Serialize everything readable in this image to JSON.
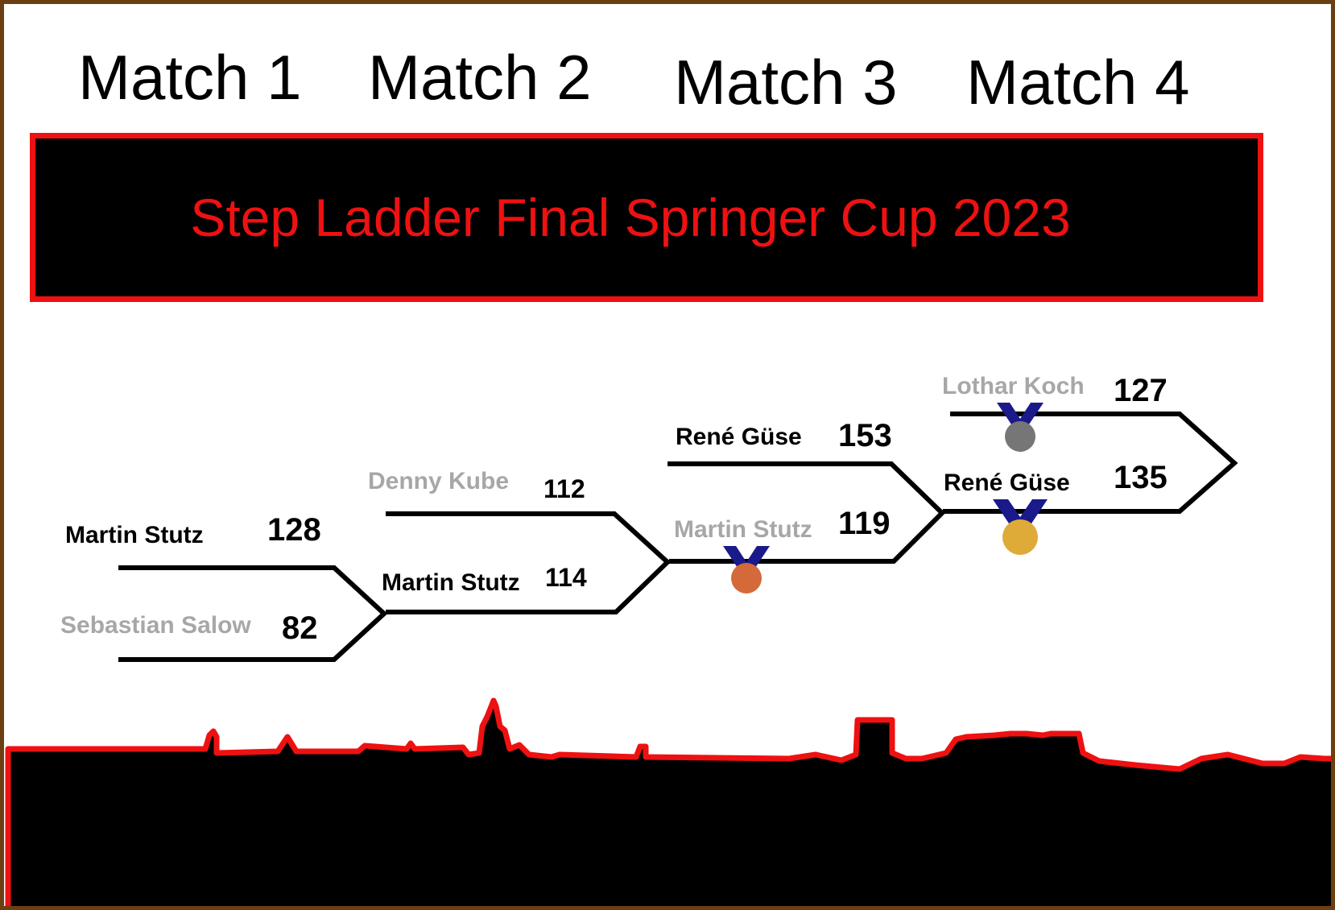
{
  "matches": [
    "Match 1",
    "Match 2",
    "Match 3",
    "Match 4"
  ],
  "title": "Step Ladder Final Springer Cup 2023",
  "bracket": {
    "match1": {
      "top": {
        "name": "Martin Stutz",
        "score": "128",
        "status": "winner"
      },
      "bottom": {
        "name": "Sebastian Salow",
        "score": "82",
        "status": "loser"
      }
    },
    "match2": {
      "top": {
        "name": "Denny Kube",
        "score": "112",
        "status": "loser"
      },
      "bottom": {
        "name": "Martin Stutz",
        "score": "114",
        "status": "winner"
      }
    },
    "match3": {
      "top": {
        "name": "René Güse",
        "score": "153",
        "status": "winner"
      },
      "bottom": {
        "name": "Martin Stutz",
        "score": "119",
        "status": "loser"
      }
    },
    "match4": {
      "top": {
        "name": "Lothar Koch",
        "score": "127",
        "status": "loser"
      },
      "bottom": {
        "name": "René Güse",
        "score": "135",
        "status": "winner"
      }
    }
  },
  "medals": [
    {
      "place": "bronze",
      "player": "Martin Stutz",
      "color": "#d4693a",
      "ribbon": "#1a1a8a"
    },
    {
      "place": "silver",
      "player": "Lothar Koch",
      "color": "#767676",
      "ribbon": "#1a1a8a"
    },
    {
      "place": "gold",
      "player": "René Güse",
      "color": "#deaa38",
      "ribbon": "#1a1a8a"
    }
  ],
  "colors": {
    "accent": "#ee1111",
    "frame": "#6b3f12",
    "winner_text": "#000000",
    "loser_text": "#a7a7a7"
  }
}
